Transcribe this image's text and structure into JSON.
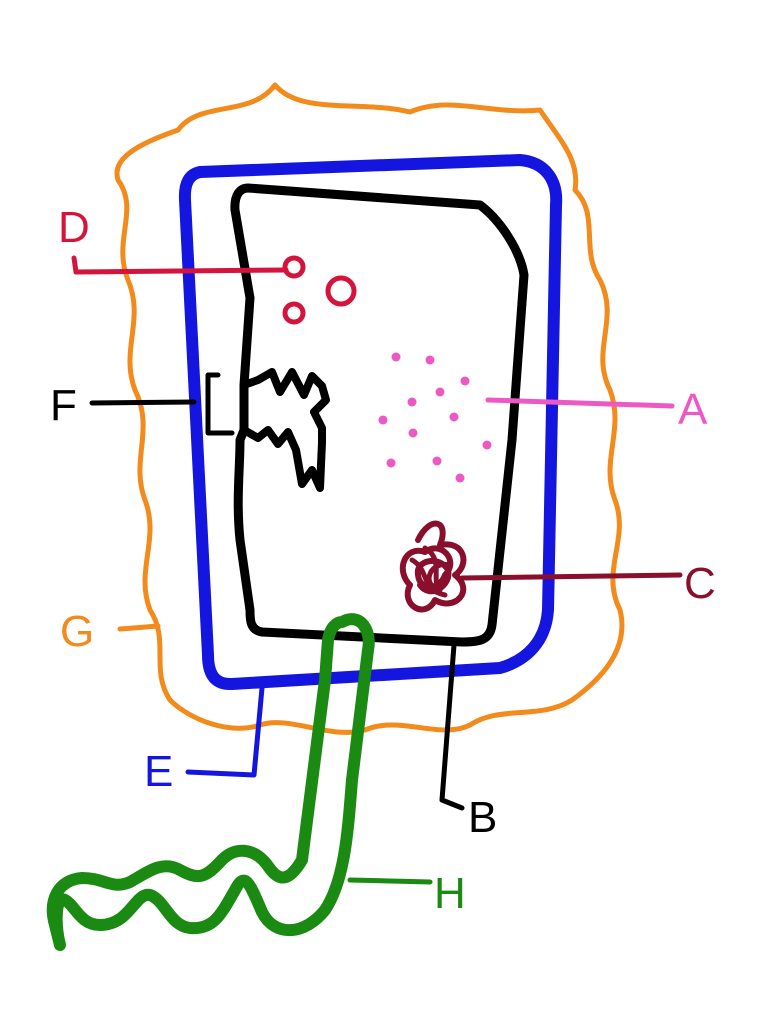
{
  "colors": {
    "capsule": "#f28a1c",
    "cell_wall": "#1515e0",
    "membrane": "#000000",
    "flagellum": "#1a8a12",
    "ribosomes": "#ee58c4",
    "nucleoid": "#8a0f2c",
    "plasmids": "#d4143c"
  },
  "labels": {
    "A": "A",
    "B": "B",
    "C": "C",
    "D": "D",
    "E": "E",
    "F": "F",
    "G": "G",
    "H": "H"
  }
}
